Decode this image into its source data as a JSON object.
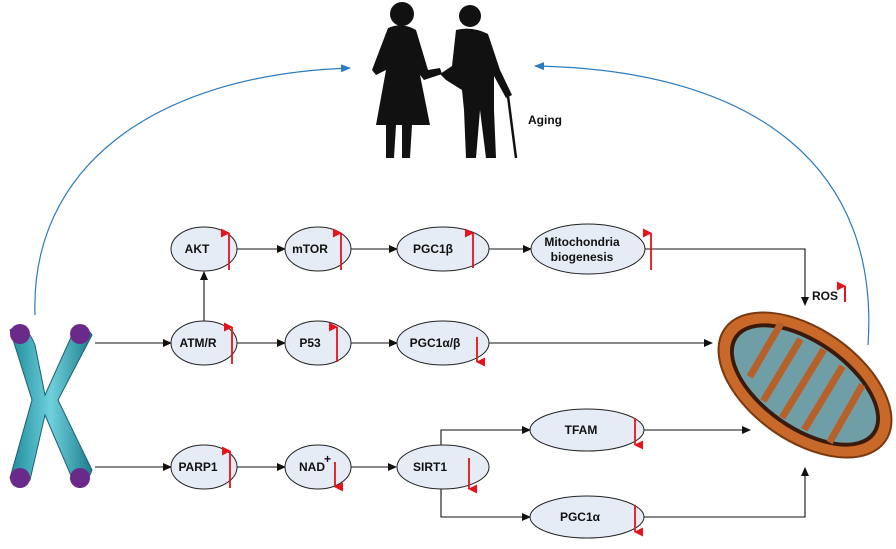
{
  "labels": {
    "aging": "Aging",
    "ros": "ROS"
  },
  "nodes": {
    "akt": {
      "label": "AKT",
      "change": "up"
    },
    "mtor": {
      "label": "mTOR",
      "change": "up"
    },
    "pgc1b": {
      "label": "PGC1β",
      "change": "up"
    },
    "mito_bio_1": {
      "label": "Mitochondria",
      "change": "up"
    },
    "mito_bio_2": {
      "label": "biogenesis"
    },
    "atm": {
      "label": "ATM/R",
      "change": "up"
    },
    "p53": {
      "label": "P53",
      "change": "up"
    },
    "pgc1ab": {
      "label": "PGC1α/β",
      "change": "down"
    },
    "parp1": {
      "label": "PARP1",
      "change": "up"
    },
    "nad": {
      "label": "NAD",
      "sup": "+",
      "change": "down"
    },
    "sirt1": {
      "label": "SIRT1",
      "change": "down"
    },
    "tfam": {
      "label": "TFAM",
      "change": "down"
    },
    "pgc1a": {
      "label": "PGC1α",
      "change": "down"
    }
  },
  "colors": {
    "up_arrow": "#e8121b",
    "down_arrow": "#e8121b",
    "aging_arrow": "#2b7bbf",
    "node_fill": "#e6ecf6",
    "mito_outer": "#c8692a",
    "mito_inner": "#6f9ea6"
  }
}
